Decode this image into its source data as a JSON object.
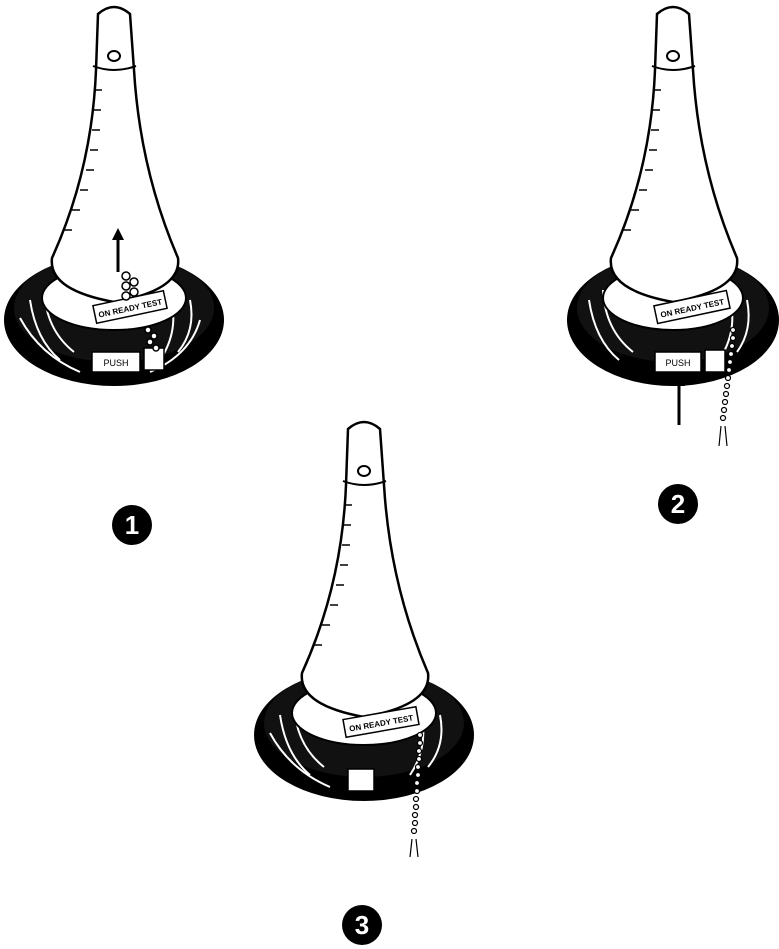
{
  "steps": [
    {
      "number": "1",
      "label_text": "ON READY TEST",
      "button_text": "PUSH"
    },
    {
      "number": "2",
      "label_text": "ON READY TEST",
      "button_text": "PUSH"
    },
    {
      "number": "3",
      "label_text": "ON READY TEST",
      "button_text": ""
    }
  ],
  "colors": {
    "ink": "#000000",
    "paper": "#ffffff"
  },
  "icons": [
    "step-number-icon",
    "up-arrow-icon",
    "bead-chain-icon",
    "push-button-icon"
  ]
}
